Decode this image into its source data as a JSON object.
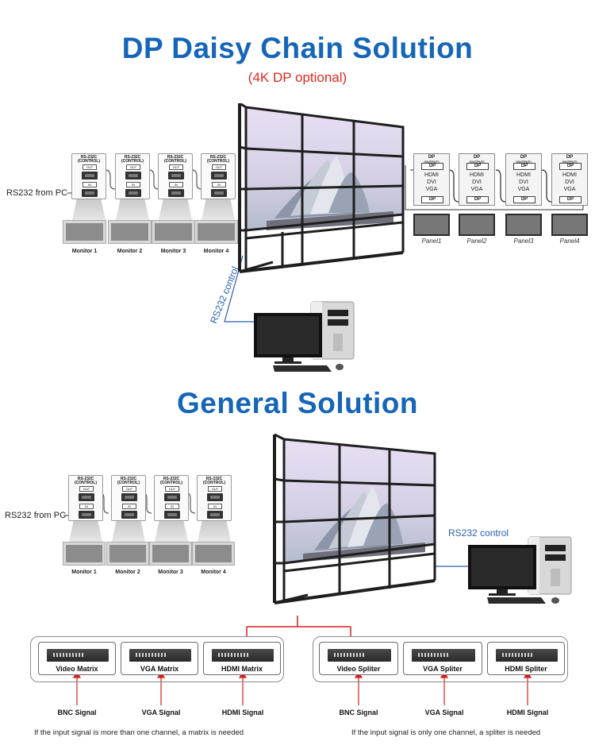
{
  "top": {
    "title": "DP Daisy Chain Solution",
    "subtitle": "(4K DP optional)",
    "rs232_from_pc": "RS232 from PC",
    "control_header": "RS-232C",
    "control_sub": "(CONTROL)",
    "port_out": "OUT",
    "port_in": "IN",
    "monitors": [
      "Monitor 1",
      "Monitor 2",
      "Monitor 3",
      "Monitor 4"
    ],
    "dp_box_title": "DP",
    "dp_box_sub": "(OUTPUT)",
    "dp_port": "DP",
    "dp_inputs": [
      "HDMI",
      "DVI",
      "VGA"
    ],
    "panels": [
      "Panel1",
      "Panel2",
      "Panel3",
      "Panel4"
    ],
    "rs232_control": "RS232 control"
  },
  "bottom": {
    "title": "General Solution",
    "rs232_from_pc": "RS232 from PC",
    "control_header": "RS-232C",
    "control_sub": "(CONTROL)",
    "port_out": "OUT",
    "port_in": "IN",
    "monitors": [
      "Monitor 1",
      "Monitor 2",
      "Monitor 3",
      "Monitor 4"
    ],
    "rs232_control": "RS232 control",
    "matrix_group": {
      "items": [
        "Video Matrix",
        "VGA Matrix",
        "HDMI Matrix"
      ],
      "signals": [
        "BNC Signal",
        "VGA Signal",
        "HDMI Signal"
      ],
      "note": "If the input signal is more than one channel, a matrix is needed"
    },
    "splitter_group": {
      "items": [
        "Video Spliter",
        "VGA  Spliter",
        "HDMI  Spliter"
      ],
      "signals": [
        "BNC Signal",
        "VGA Signal",
        "HDMI Signal"
      ],
      "note": "If the input signal is only one channel, a spliter is needed"
    }
  },
  "colors": {
    "title_blue": "#1565b8",
    "subtitle_red": "#e0281e",
    "control_line_blue": "#2a5fb0",
    "signal_red": "#d32020"
  }
}
